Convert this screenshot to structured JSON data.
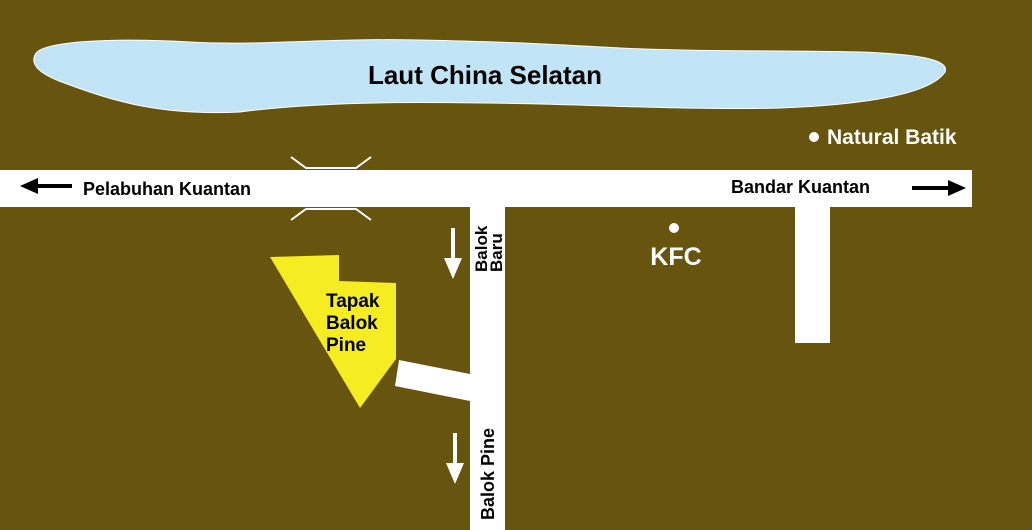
{
  "labels": {
    "sea": "Laut China Selatan",
    "natural_batik": "Natural Batik",
    "pelabuhan": "Pelabuhan Kuantan",
    "bandar": "Bandar Kuantan",
    "balok_baru_1": "Balok",
    "balok_baru_2": "Baru",
    "kfc": "KFC",
    "site_1": "Tapak",
    "site_2": "Balok",
    "site_3": "Pine",
    "balok_pine": "Balok Pine"
  },
  "colors": {
    "land": "#66540f",
    "sea": "#c1e4f6",
    "road": "#ffffff",
    "site": "#f5ec22"
  }
}
